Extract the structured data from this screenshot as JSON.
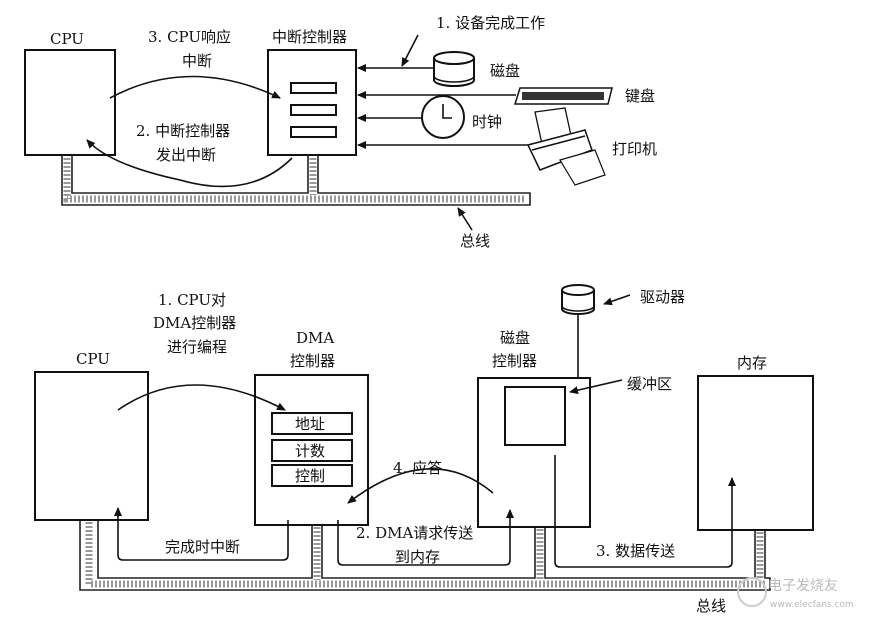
{
  "interrupt_diagram": {
    "cpu_label": "CPU",
    "controller_label": "中断控制器",
    "step1": "1. 设备完成工作",
    "step2_line1": "2. 中断控制器",
    "step2_line2": "发出中断",
    "step3_line1": "3. CPU响应",
    "step3_line2": "中断",
    "devices": [
      "磁盘",
      "键盘",
      "时钟",
      "打印机"
    ],
    "bus_label": "总线"
  },
  "dma_diagram": {
    "cpu_label": "CPU",
    "dma_label_line1": "DMA",
    "dma_label_line2": "控制器",
    "registers": [
      "地址",
      "计数",
      "控制"
    ],
    "disk_ctrl_line1": "磁盘",
    "disk_ctrl_line2": "控制器",
    "drive_label": "驱动器",
    "buffer_label": "缓冲区",
    "memory_label": "内存",
    "step1_line1": "1. CPU对",
    "step1_line2": "DMA控制器",
    "step1_line3": "进行编程",
    "step2_line1": "2. DMA请求传送",
    "step2_line2": "到内存",
    "step3": "3. 数据传送",
    "step4": "4. 应答",
    "interrupt_label": "完成时中断",
    "bus_label": "总线"
  },
  "watermark": {
    "text": "电子发烧友",
    "url": "www.elecfans.com"
  }
}
